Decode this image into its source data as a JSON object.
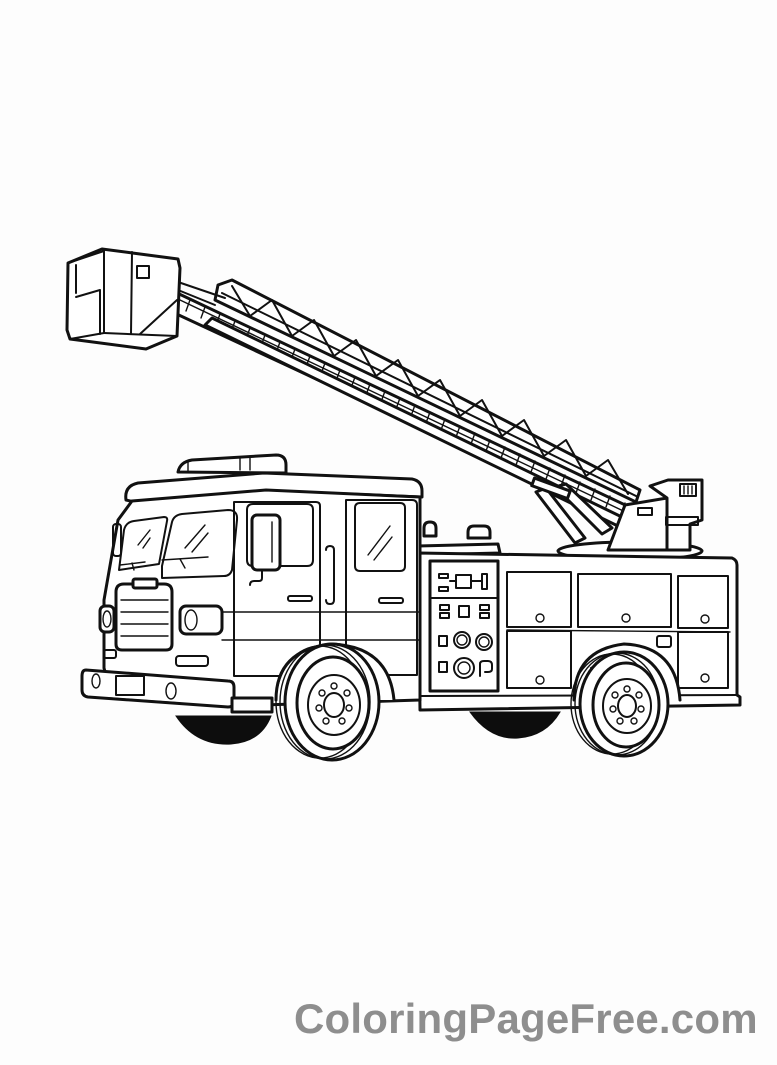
{
  "page": {
    "subject": "Fire truck with aerial ladder coloring page",
    "background_color": "#fdfdfd",
    "line_color": "#111111"
  },
  "illustration": {
    "name": "fire-truck-line-art",
    "parts": [
      "bucket-platform",
      "aerial-ladder",
      "turret",
      "cab",
      "light-bar",
      "grille",
      "headlights",
      "bumper",
      "control-panel",
      "compartments",
      "front-wheel",
      "rear-wheel"
    ]
  },
  "watermark": {
    "text": "ColoringPageFree.com",
    "color": "#8e8e8e"
  }
}
